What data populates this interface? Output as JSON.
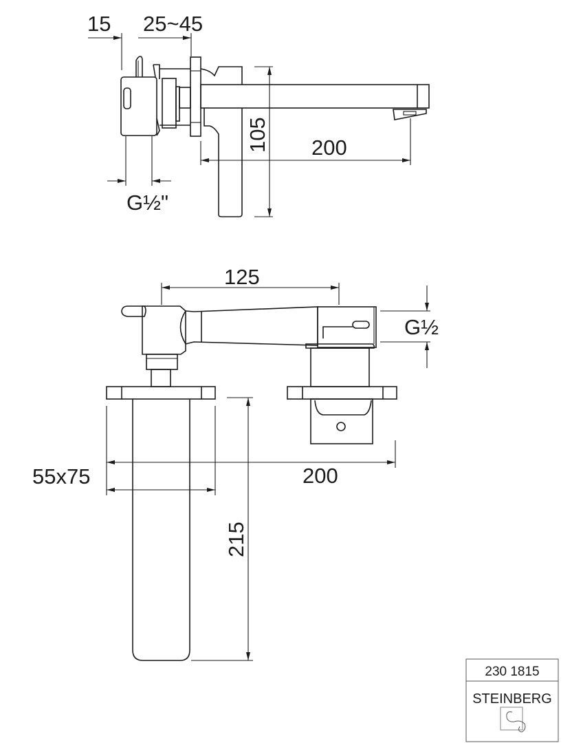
{
  "side_view": {
    "dims": {
      "wall_offset": "15",
      "wall_range": "25~45",
      "height": "105",
      "spout_length": "200",
      "thread": "G½\""
    }
  },
  "front_view": {
    "dims": {
      "center_distance": "125",
      "thread": "G½",
      "plate_size": "55x75",
      "overall_width": "200",
      "lever_length": "215"
    }
  },
  "title_block": {
    "article_number": "230 1815",
    "brand": "STEINBERG"
  }
}
